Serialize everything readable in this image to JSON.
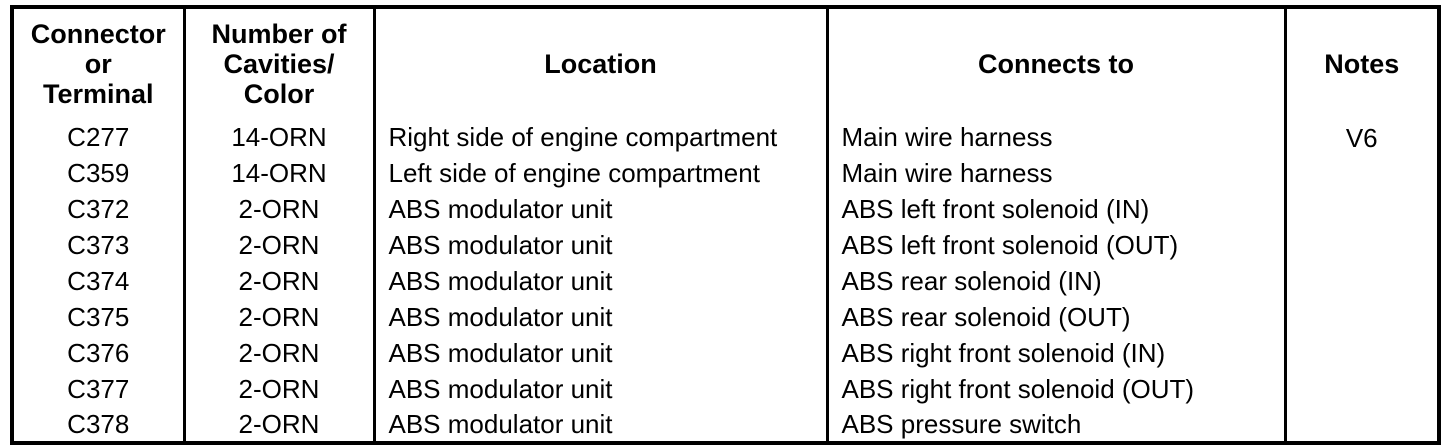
{
  "colors": {
    "border": "#000000",
    "text": "#000000",
    "background": "#ffffff"
  },
  "table": {
    "headers": {
      "connector": "Connector\nor\nTerminal",
      "cavities": "Number of\nCavities/\nColor",
      "location": "Location",
      "connects_to": "Connects to",
      "notes": "Notes"
    },
    "rows": [
      {
        "connector": "C277",
        "cavities": "14-ORN",
        "location": "Right side of engine compartment",
        "connects_to": "Main wire harness",
        "notes": "V6"
      },
      {
        "connector": "C359",
        "cavities": "14-ORN",
        "location": "Left side of engine compartment",
        "connects_to": "Main wire harness",
        "notes": ""
      },
      {
        "connector": "C372",
        "cavities": "2-ORN",
        "location": "ABS modulator unit",
        "connects_to": "ABS left front solenoid (IN)",
        "notes": ""
      },
      {
        "connector": "C373",
        "cavities": "2-ORN",
        "location": "ABS modulator unit",
        "connects_to": "ABS left front solenoid (OUT)",
        "notes": ""
      },
      {
        "connector": "C374",
        "cavities": "2-ORN",
        "location": "ABS modulator unit",
        "connects_to": "ABS rear solenoid (IN)",
        "notes": ""
      },
      {
        "connector": "C375",
        "cavities": "2-ORN",
        "location": "ABS modulator unit",
        "connects_to": "ABS rear solenoid (OUT)",
        "notes": ""
      },
      {
        "connector": "C376",
        "cavities": "2-ORN",
        "location": "ABS modulator unit",
        "connects_to": "ABS right front solenoid (IN)",
        "notes": ""
      },
      {
        "connector": "C377",
        "cavities": "2-ORN",
        "location": "ABS modulator unit",
        "connects_to": "ABS right front solenoid (OUT)",
        "notes": ""
      },
      {
        "connector": "C378",
        "cavities": "2-ORN",
        "location": "ABS modulator unit",
        "connects_to": "ABS pressure switch",
        "notes": ""
      }
    ]
  }
}
